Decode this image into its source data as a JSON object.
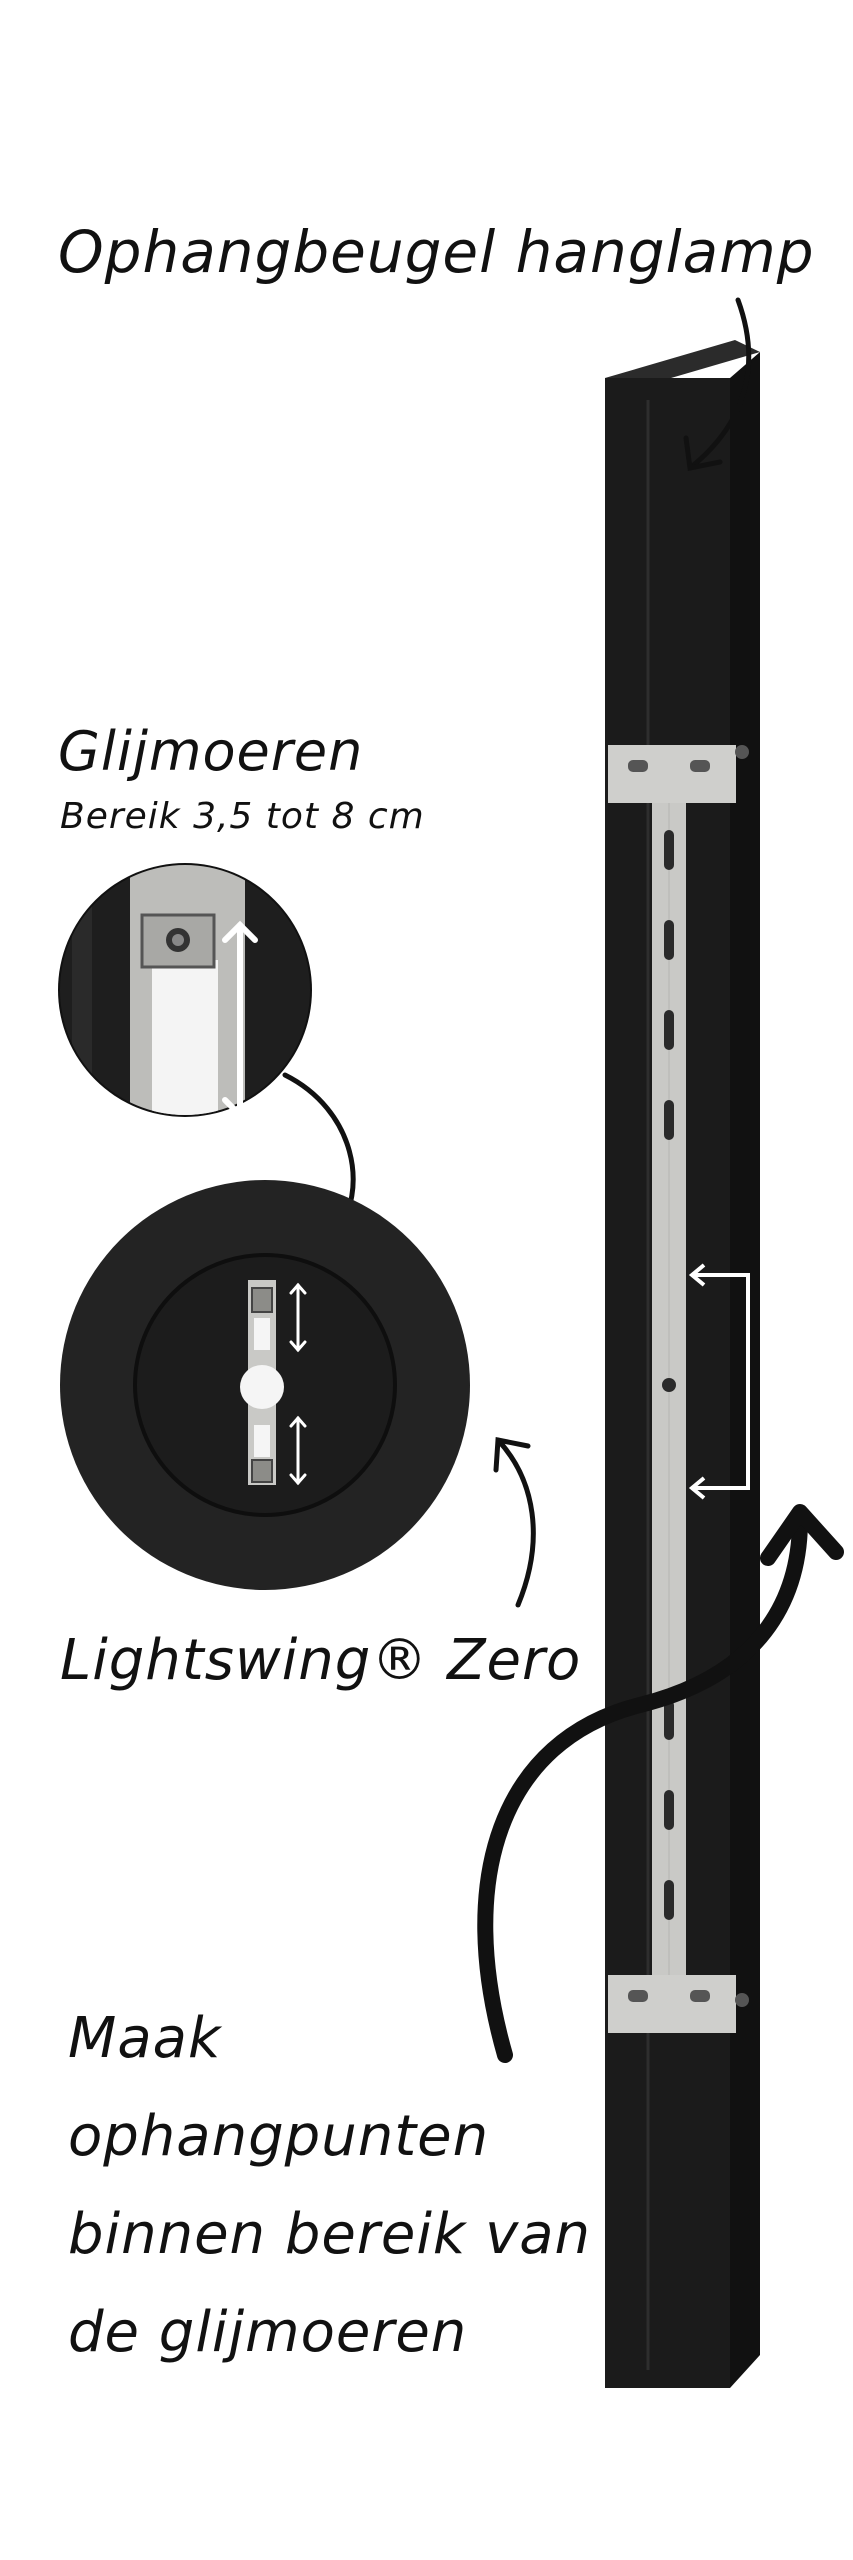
{
  "labels": {
    "title": "Ophangbeugel hanglamp",
    "glijmoeren_title": "Glijmoeren",
    "glijmoeren_range": "Bereik 3,5 tot 8 cm",
    "product_name": "Lightswing® Zero",
    "note_lines": [
      "Maak",
      "ophangpunten",
      "binnen bereik van",
      "de glijmoeren"
    ]
  },
  "colors": {
    "beam": "#1b1b1b",
    "beam_edge": "#333333",
    "bracket": "#c9c9c6",
    "disc": "#232323",
    "ink": "#111111",
    "arrow_white": "#ffffff"
  }
}
